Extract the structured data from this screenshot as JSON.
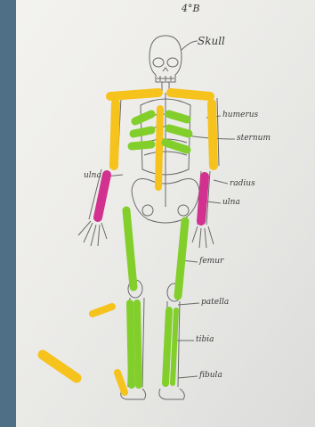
{
  "photo": {
    "colors": {
      "backdrop": "#4e6f85",
      "paper": "#f1f0ec",
      "straw_yellow": "#f6c21c",
      "straw_green": "#82cf2c",
      "straw_magenta": "#d2318f",
      "pencil": "#6a6a6a"
    },
    "heading": "4°B",
    "labels": {
      "skull": "Skull",
      "humerus": "humerus",
      "sternum": "sternum",
      "ulna_left": "ulna",
      "radius": "radius",
      "ulna_right": "ulna",
      "femur": "femur",
      "patella": "patella",
      "tibia": "tibia",
      "fibula": "fibula"
    }
  }
}
